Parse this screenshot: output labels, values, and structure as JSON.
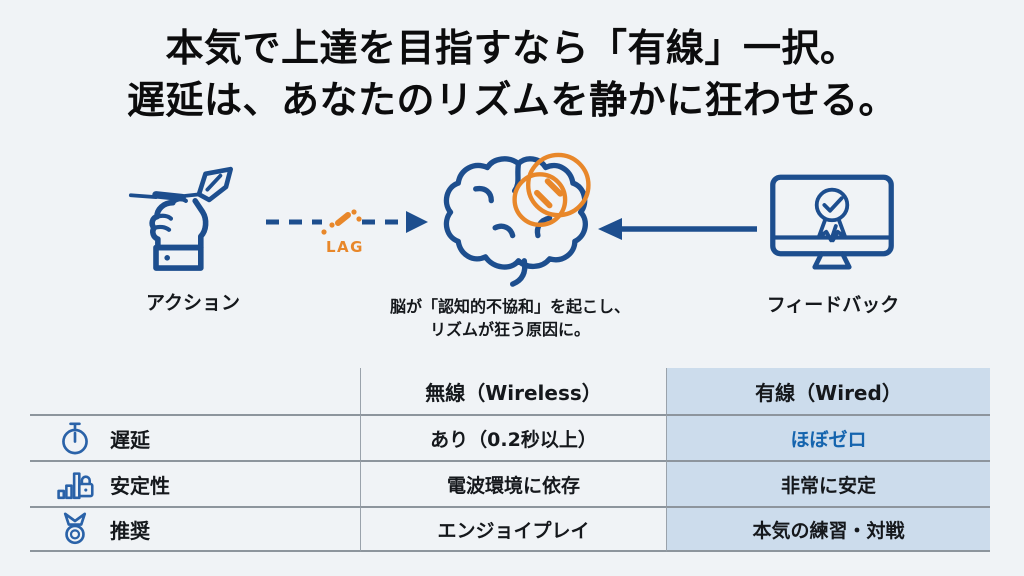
{
  "title": {
    "line1": "本気で上達を目指すなら「有線」一択。",
    "line2": "遅延は、あなたのリズムを静かに狂わせる。"
  },
  "diagram": {
    "action": {
      "label": "アクション",
      "icon": "dart-hand-icon"
    },
    "lag": {
      "label": "LAG"
    },
    "brain": {
      "icon": "brain-icon",
      "overlay_icon": "broken-link-icon",
      "caption_line1": "脳が「認知的不協和」を起こし、",
      "caption_line2": "リズムが狂う原因に。"
    },
    "feedback": {
      "label": "フィードバック",
      "icon": "monitor-award-icon"
    }
  },
  "comparison_table": {
    "col_wireless": "無線（Wireless）",
    "col_wired": "有線（Wired）",
    "rows": [
      {
        "icon": "stopwatch-icon",
        "label": "遅延",
        "wireless": "あり（0.2秒以上）",
        "wired": "ほぼゼロ"
      },
      {
        "icon": "signal-stability-lock-icon",
        "label": "安定性",
        "wireless": "電波環境に依存",
        "wired": "非常に安定"
      },
      {
        "icon": "medal-icon",
        "label": "推奨",
        "wireless": "エンジョイプレイ",
        "wired": "本気の練習・対戦"
      }
    ]
  },
  "colors": {
    "background": "#f0f3f6",
    "diagram_blue": "#1d4e8e",
    "table_icon_blue": "#2a62a8",
    "accent_orange": "#e8872a",
    "wired_highlight_bg": "#ccdcec",
    "wired_zero_text": "#1464ae",
    "text_dark": "#15181c"
  }
}
